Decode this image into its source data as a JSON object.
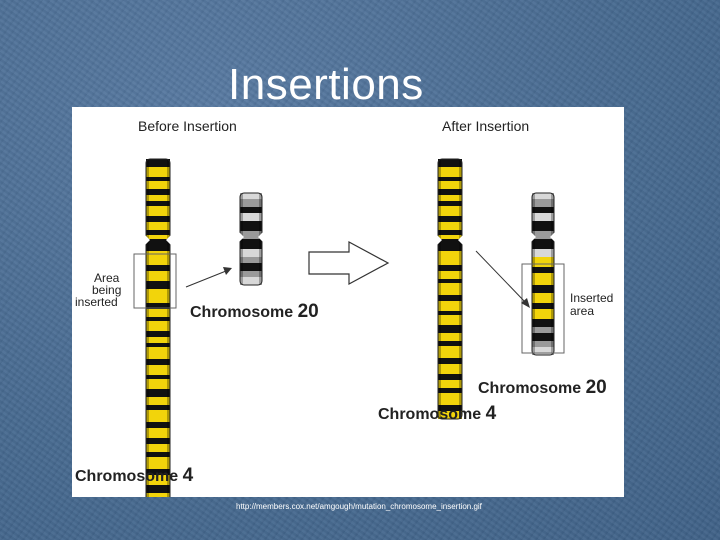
{
  "slide": {
    "title": "Insertions",
    "source_url": "http://members.cox.net/amgough/mutation_chromosome_insertion.gif"
  },
  "figure": {
    "before_heading": "Before Insertion",
    "after_heading": "After Insertion",
    "area_label_lines": [
      "Area",
      "being",
      "inserted"
    ],
    "inserted_label_lines": [
      "Inserted",
      "area"
    ],
    "chromosome20_label": "Chromosome",
    "chromosome20_number": "20",
    "chromosome4_label": "Chromosome",
    "chromosome4_number": "4",
    "colors": {
      "yellow_band": "#f2d40b",
      "black_band": "#111111",
      "gray_band": "#9a9a9a",
      "light_band": "#d8d8d8",
      "background_slide": "#4a6d96"
    }
  }
}
